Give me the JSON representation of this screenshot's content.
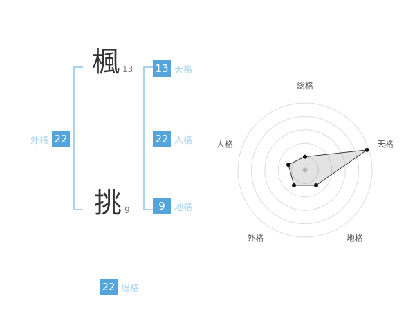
{
  "characters": [
    {
      "glyph": "楓",
      "strokes": "13"
    },
    {
      "glyph": "挑",
      "strokes": "9"
    }
  ],
  "kaku": {
    "tenkaku": {
      "value": "13",
      "label": "天格"
    },
    "jinkaku": {
      "value": "22",
      "label": "人格"
    },
    "chikaku": {
      "value": "9",
      "label": "地格"
    },
    "gaikaku": {
      "value": "22",
      "label": "外格"
    },
    "soukaku": {
      "value": "22",
      "label": "総格"
    }
  },
  "colors": {
    "page_bg": "#ffffff",
    "badge_bg": "#55a5da",
    "label_text": "#a9d3ee",
    "bracket": "#a9d3ee",
    "kanji": "#333333",
    "stroke_count": "#777777",
    "ring": "#dcdcdc",
    "axis_label": "#555555",
    "polygon_stroke": "#3a3a3a",
    "polygon_fill_opacity": "0.11",
    "dot": "#111111",
    "center_dot": "#b5b5b5"
  },
  "chart_data": {
    "type": "radar",
    "title": "",
    "axes": [
      "総格",
      "天格",
      "地格",
      "外格",
      "人格"
    ],
    "values": [
      20,
      97,
      28,
      28,
      26
    ],
    "max": 100,
    "rings": 5,
    "start_angle_deg": 90,
    "direction": "clockwise",
    "grid": "circular",
    "legend": "none"
  }
}
